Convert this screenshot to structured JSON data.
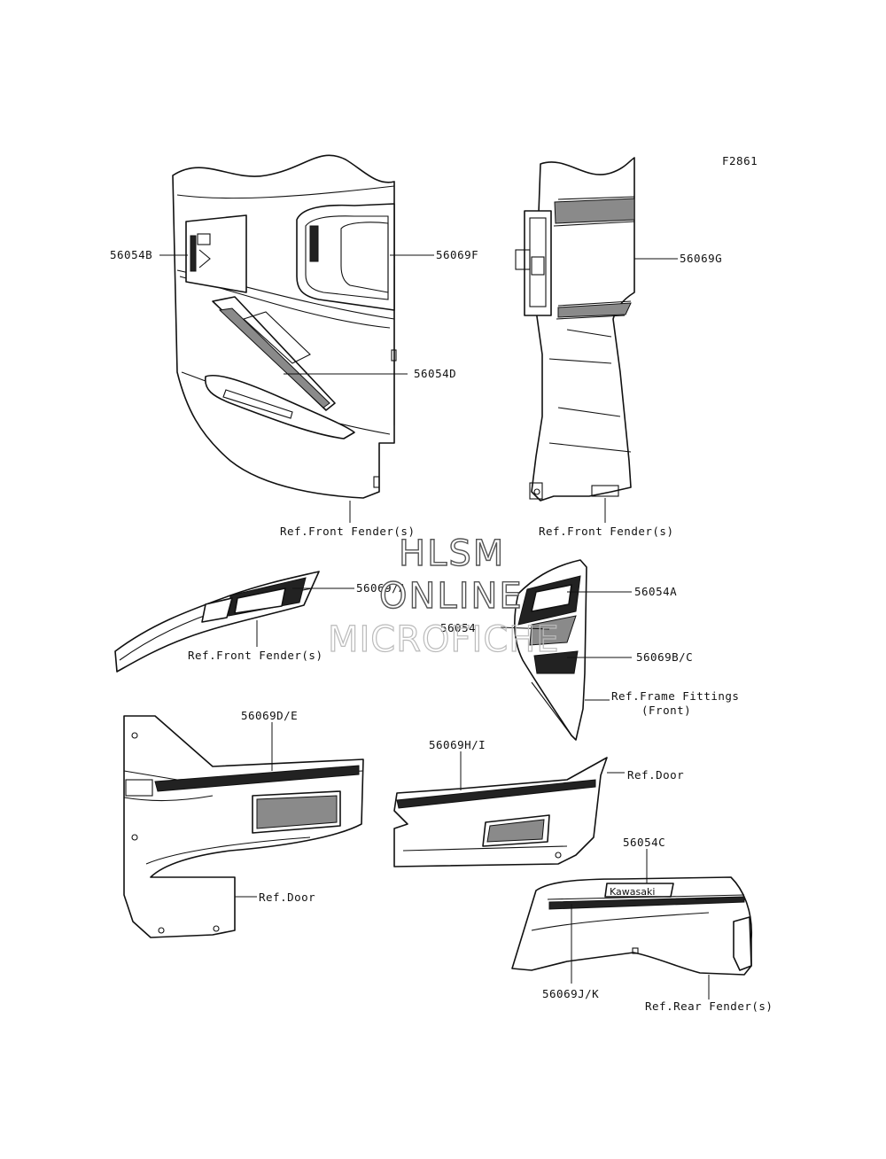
{
  "figure_id": "F2861",
  "callouts": {
    "p56054B": "56054B",
    "p56069F": "56069F",
    "p56069G": "56069G",
    "p56054D": "56054D",
    "p56069A": "56069/A",
    "p56054A": "56054A",
    "p56054": "56054",
    "p56069BC": "56069B/C",
    "p56069DE": "56069D/E",
    "p56069HI": "56069H/I",
    "p56054C": "56054C",
    "p56069JK": "56069J/K"
  },
  "references": {
    "front_fender_1": "Ref.Front Fender(s)",
    "front_fender_2": "Ref.Front Fender(s)",
    "front_fender_3": "Ref.Front Fender(s)",
    "frame_fittings_line1": "Ref.Frame Fittings",
    "frame_fittings_line2": "(Front)",
    "door_1": "Ref.Door",
    "door_2": "Ref.Door",
    "rear_fender": "Ref.Rear Fender(s)"
  },
  "watermark": {
    "line1": "HLSM",
    "line2": "ONLINE",
    "line3": "MICROFICHE"
  },
  "decal_text": {
    "kawasaki": "Kawasaki"
  },
  "colors": {
    "line": "#111111",
    "paper": "#ffffff"
  }
}
